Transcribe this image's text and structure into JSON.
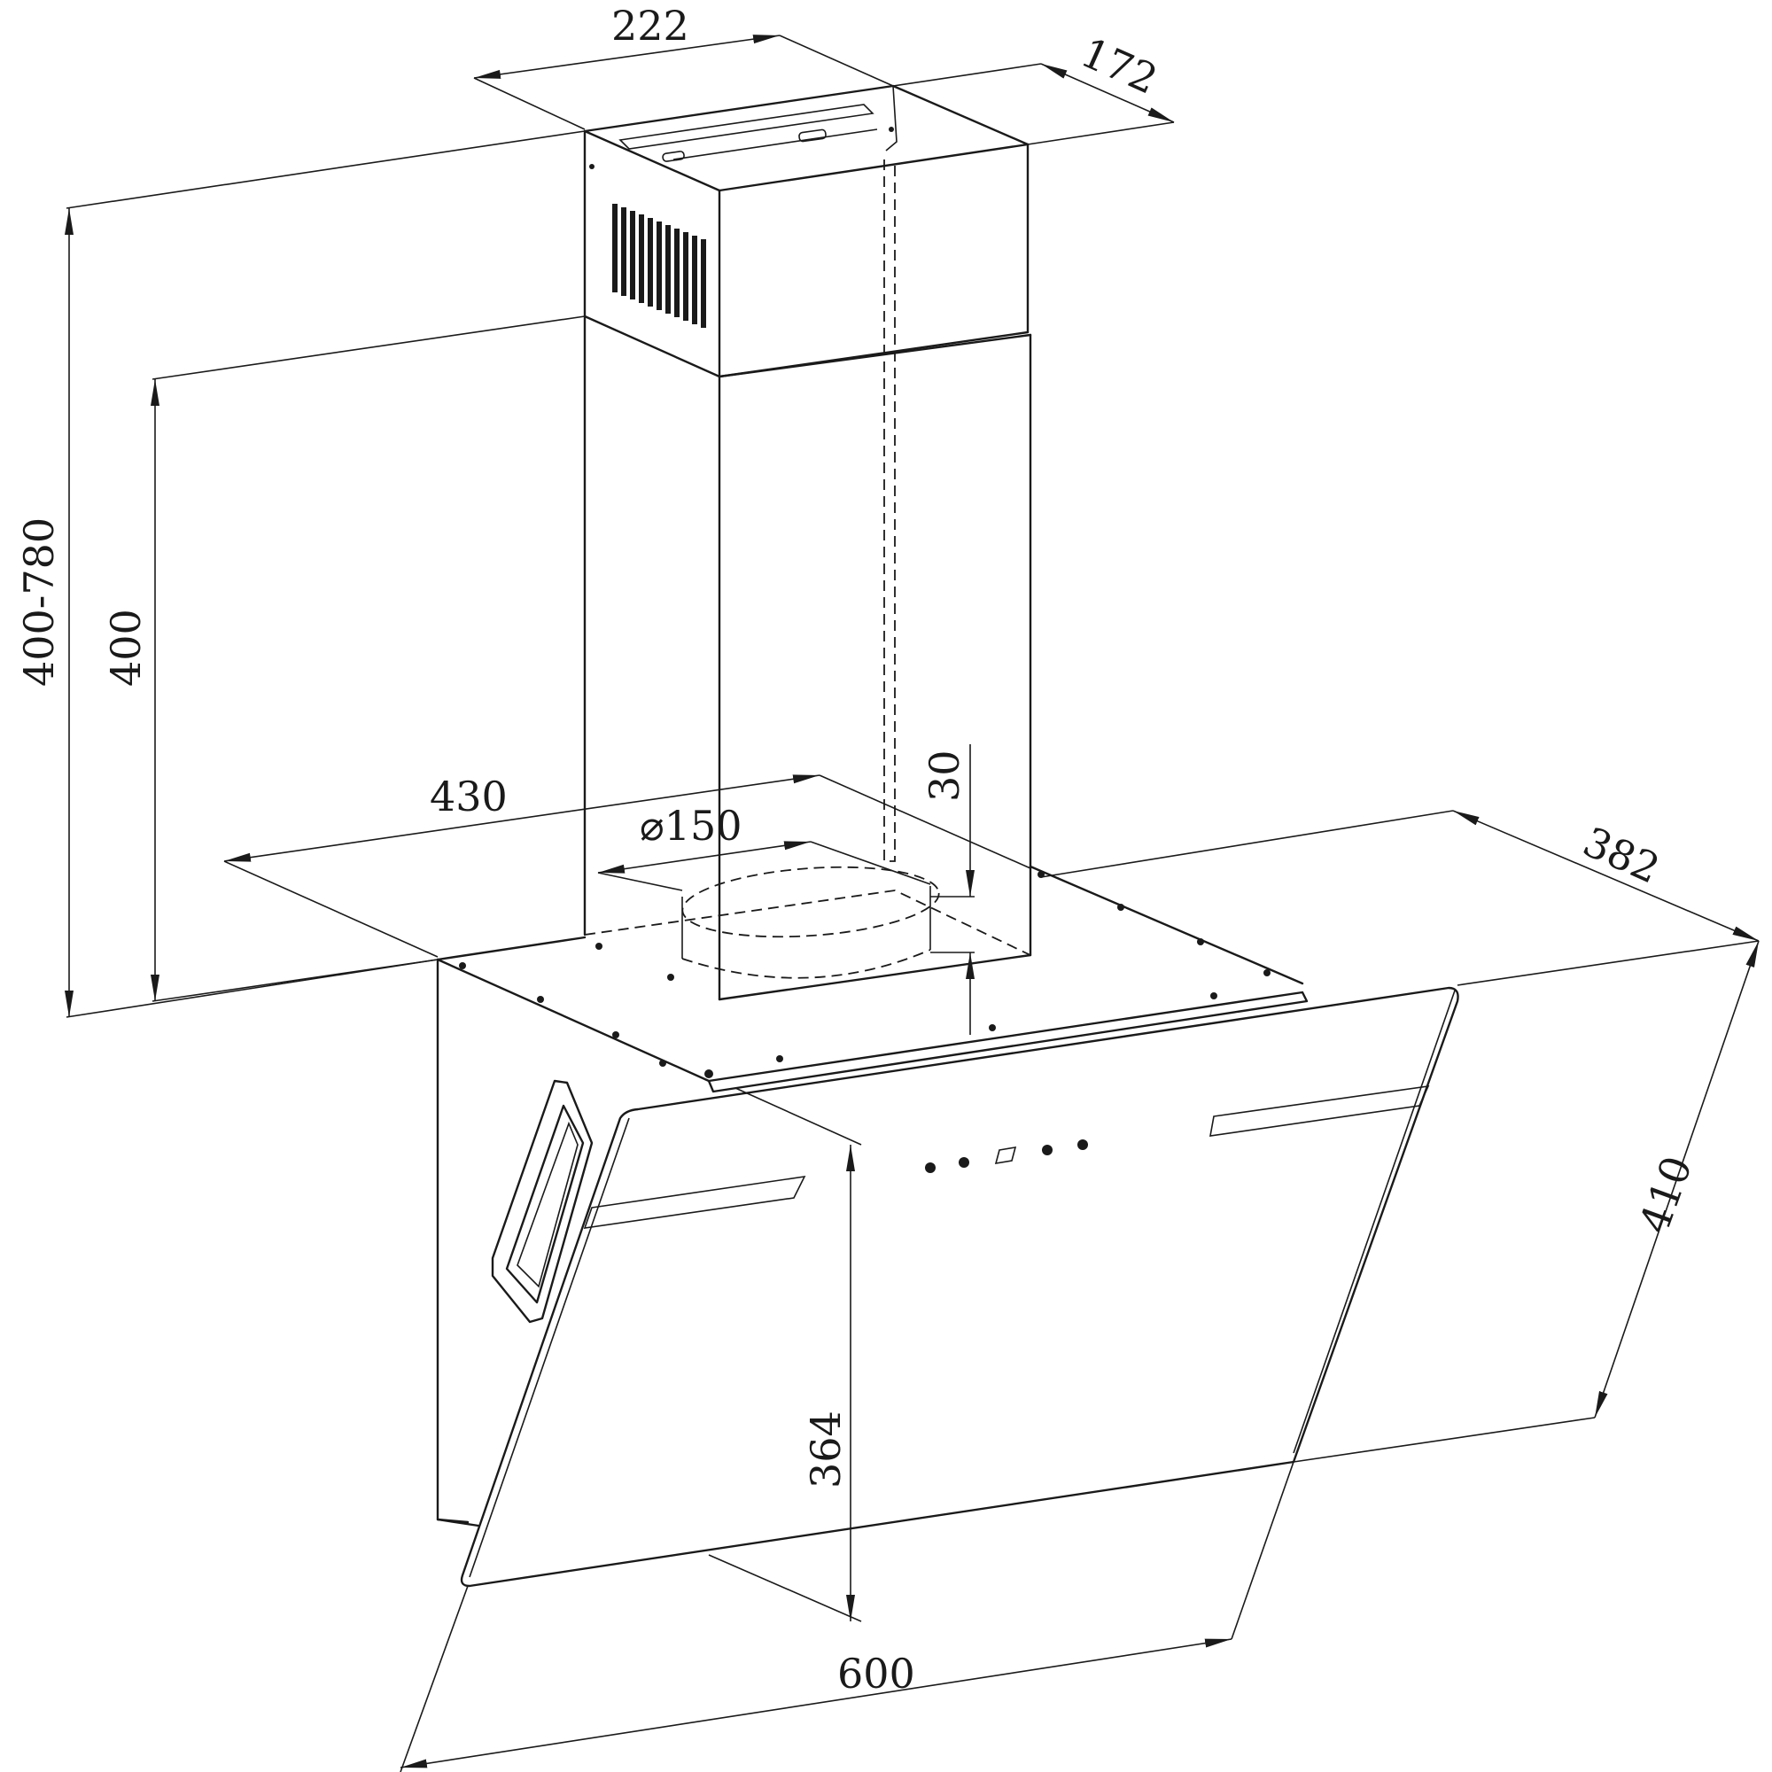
{
  "figure": {
    "dimensions": {
      "chimney_width": "222",
      "chimney_depth": "172",
      "overall_height": "400-780",
      "chimney_height": "400",
      "base_width": "430",
      "duct_diameter": "⌀150",
      "duct_offset": "30",
      "hood_depth": "382",
      "glass_height": "410",
      "front_height": "364",
      "hood_width": "600"
    }
  }
}
